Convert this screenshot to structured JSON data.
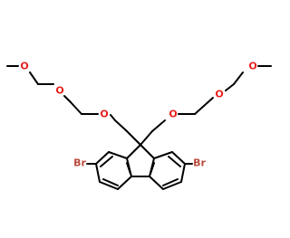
{
  "structure": {
    "atoms": {
      "o1": "O",
      "o2": "O",
      "o3": "O",
      "o4": "O",
      "o5": "O",
      "o6": "O",
      "br_left": "Br",
      "br_right": "Br"
    },
    "colors": {
      "oxygen": "#e8201c",
      "bromine": "#b84a3c",
      "bond": "#000000"
    }
  }
}
